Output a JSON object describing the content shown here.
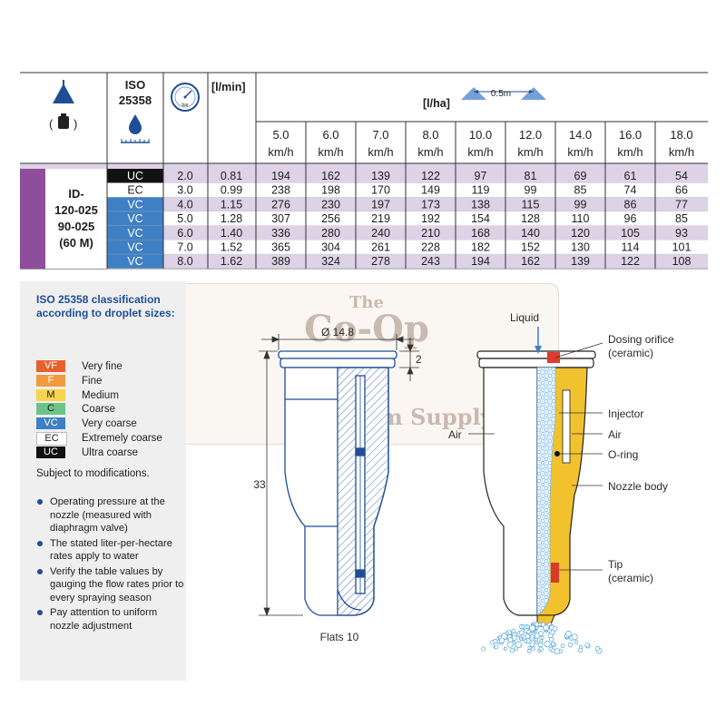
{
  "watermark": {
    "line1": "The",
    "line2": "Co-Op",
    "line3": "Farm Supply"
  },
  "table": {
    "iso_header": [
      "ISO",
      "25358"
    ],
    "flow_unit": "[l/min]",
    "rate_unit": "[l/ha]",
    "boom_spacing": "0.5m",
    "pressure_icon_label": "bar",
    "nozzle_icon_bracket": "( )",
    "speeds": [
      "5.0",
      "6.0",
      "7.0",
      "8.0",
      "10.0",
      "12.0",
      "14.0",
      "16.0",
      "18.0"
    ],
    "speed_unit": "km/h",
    "nozzle_name": [
      "ID-",
      "120-025",
      "90-025",
      "(60 M)"
    ],
    "rows": [
      {
        "cls": "UC",
        "bar": "2.0",
        "lmin": "0.81",
        "v": [
          "194",
          "162",
          "139",
          "122",
          "97",
          "81",
          "69",
          "61",
          "54"
        ]
      },
      {
        "cls": "EC",
        "bar": "3.0",
        "lmin": "0.99",
        "v": [
          "238",
          "198",
          "170",
          "149",
          "119",
          "99",
          "85",
          "74",
          "66"
        ]
      },
      {
        "cls": "VC",
        "bar": "4.0",
        "lmin": "1.15",
        "v": [
          "276",
          "230",
          "197",
          "173",
          "138",
          "115",
          "99",
          "86",
          "77"
        ]
      },
      {
        "cls": "VC",
        "bar": "5.0",
        "lmin": "1.28",
        "v": [
          "307",
          "256",
          "219",
          "192",
          "154",
          "128",
          "110",
          "96",
          "85"
        ]
      },
      {
        "cls": "VC",
        "bar": "6.0",
        "lmin": "1.40",
        "v": [
          "336",
          "280",
          "240",
          "210",
          "168",
          "140",
          "120",
          "105",
          "93"
        ]
      },
      {
        "cls": "VC",
        "bar": "7.0",
        "lmin": "1.52",
        "v": [
          "365",
          "304",
          "261",
          "228",
          "182",
          "152",
          "130",
          "114",
          "101"
        ]
      },
      {
        "cls": "VC",
        "bar": "8.0",
        "lmin": "1.62",
        "v": [
          "389",
          "324",
          "278",
          "243",
          "194",
          "162",
          "139",
          "122",
          "108"
        ]
      }
    ]
  },
  "classification": {
    "title": "ISO 25358 classification according to droplet sizes:",
    "items": [
      {
        "code": "VF",
        "name": "Very fine",
        "color": "#e8612c",
        "text": "#ffffff"
      },
      {
        "code": "F",
        "name": "Fine",
        "color": "#f29a3e",
        "text": "#ffffff"
      },
      {
        "code": "M",
        "name": "Medium",
        "color": "#f7d44c",
        "text": "#1e1e1e"
      },
      {
        "code": "C",
        "name": "Coarse",
        "color": "#6cc38a",
        "text": "#1e1e1e"
      },
      {
        "code": "VC",
        "name": "Very coarse",
        "color": "#3f7fc4",
        "text": "#ffffff"
      },
      {
        "code": "EC",
        "name": "Extremely coarse",
        "color": "#ffffff",
        "text": "#1e1e1e"
      },
      {
        "code": "UC",
        "name": "Ultra coarse",
        "color": "#111111",
        "text": "#ffffff"
      }
    ],
    "note": "Subject to modifications.",
    "bullets": [
      "Operating pressure at the nozzle (measured with diaphragm valve)",
      "The stated liter-per-hectare rates apply to water",
      "Verify the table values by gauging the flow rates prior to every spraying season",
      "Pay attention to uniform nozzle adjustment"
    ]
  },
  "diagram": {
    "dim_diameter": "Ø 14.8",
    "dim_top": "2",
    "dim_height": "33",
    "flats": "Flats 10",
    "labels": {
      "liquid": "Liquid",
      "dosing": [
        "Dosing orifice",
        "(ceramic)"
      ],
      "injector": "Injector",
      "air_right": "Air",
      "air_left": "Air",
      "oring": "O-ring",
      "body": "Nozzle body",
      "tip": [
        "Tip",
        "(ceramic)"
      ]
    }
  },
  "colors": {
    "purple": "#8e4e9b",
    "lavender": "#ddd2e6",
    "blue_dark": "#1f4e96",
    "blue_mid": "#3f7fc4",
    "yellow": "#f2c12e"
  }
}
